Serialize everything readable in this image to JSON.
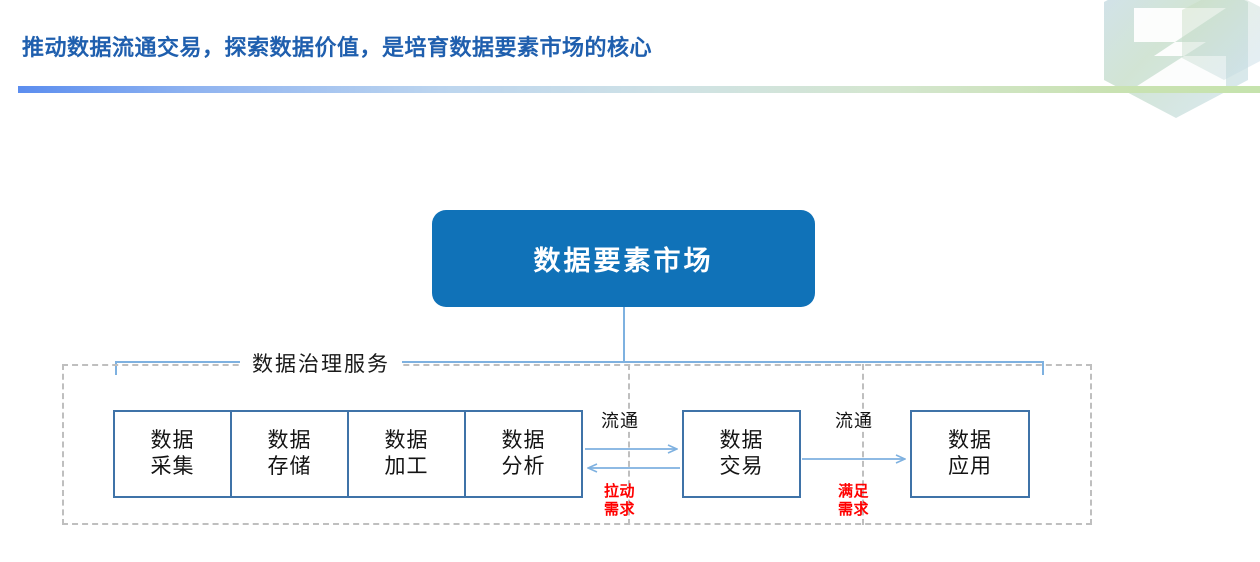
{
  "slide": {
    "title": "推动数据流通交易，探索数据价值，是培育数据要素市场的核心",
    "title_color": "#1f5fae",
    "rule_gradient_start": "#5b8def",
    "rule_gradient_end": "#c6e3ad"
  },
  "watermark": {
    "name": "hexagon-z-logo"
  },
  "diagram": {
    "market_box": {
      "label": "数据要素市场",
      "fill": "#1072b8",
      "text_color": "#ffffff"
    },
    "container_label": "数据治理服务",
    "connector_color": "#7eb1e0",
    "container_border_color": "#bfbfbf",
    "process_border_color": "#3f73a8",
    "arrow_color": "#7eb1e0",
    "stages": [
      {
        "line1": "数据",
        "line2": "采集"
      },
      {
        "line1": "数据",
        "line2": "存储"
      },
      {
        "line1": "数据",
        "line2": "加工"
      },
      {
        "line1": "数据",
        "line2": "分析"
      },
      {
        "line1": "数据",
        "line2": "交易"
      },
      {
        "line1": "数据",
        "line2": "应用"
      }
    ],
    "flow_labels": [
      "流通",
      "流通"
    ],
    "demand_labels": [
      {
        "line1": "拉动",
        "line2": "需求",
        "color": "#ff0000"
      },
      {
        "line1": "满足",
        "line2": "需求",
        "color": "#ff0000"
      }
    ]
  }
}
